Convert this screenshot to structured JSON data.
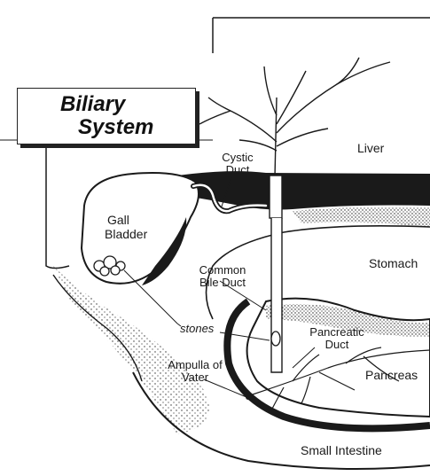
{
  "title": {
    "line1": "Biliary",
    "line2": "System"
  },
  "labels": {
    "liver": "Liver",
    "cystic_duct_1": "Cystic",
    "cystic_duct_2": "Duct",
    "gall_bladder_1": "Gall",
    "gall_bladder_2": "Bladder",
    "stomach": "Stomach",
    "common_bile_duct_1": "Common",
    "common_bile_duct_2": "Bile Duct",
    "stones": "stones",
    "pancreatic_duct_1": "Pancreatic",
    "pancreatic_duct_2": "Duct",
    "ampulla_1": "Ampulla of",
    "ampulla_2": "Vater",
    "pancreas": "Pancreas",
    "small_intestine": "Small Intestine"
  },
  "colors": {
    "ink": "#1a1a1a",
    "paper": "#ffffff"
  }
}
